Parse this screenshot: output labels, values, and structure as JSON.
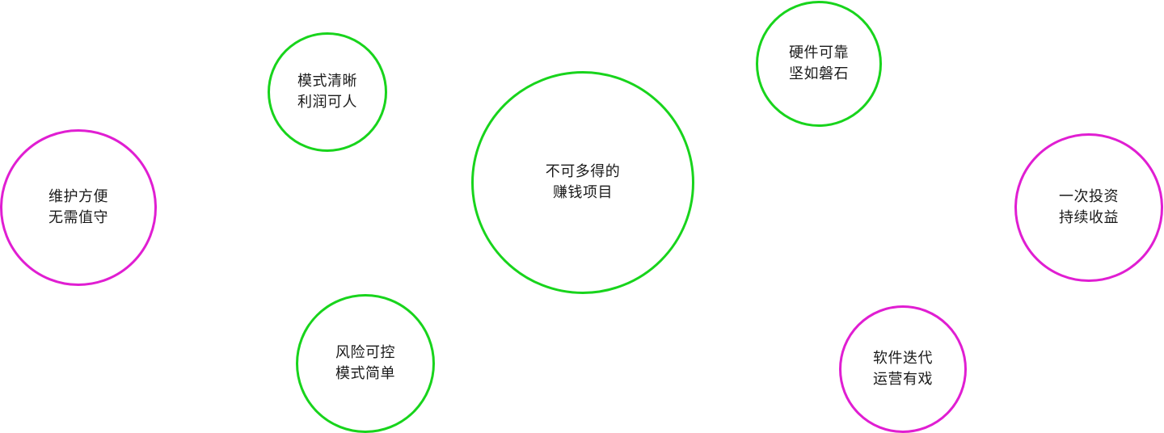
{
  "colors": {
    "green": "#18d41c",
    "magenta": "#e01ed2",
    "text": "#1a1a1a"
  },
  "bubbles": {
    "center": {
      "line1": "不可多得的",
      "line2": "赚钱项目"
    },
    "topleft": {
      "line1": "模式清晰",
      "line2": "利润可人"
    },
    "topright": {
      "line1": "硬件可靠",
      "line2": "坚如磐石"
    },
    "left": {
      "line1": "维护方便",
      "line2": "无需值守"
    },
    "right": {
      "line1": "一次投资",
      "line2": "持续收益"
    },
    "botleft": {
      "line1": "风险可控",
      "line2": "模式简单"
    },
    "botright": {
      "line1": "软件迭代",
      "line2": "运营有戏"
    }
  }
}
